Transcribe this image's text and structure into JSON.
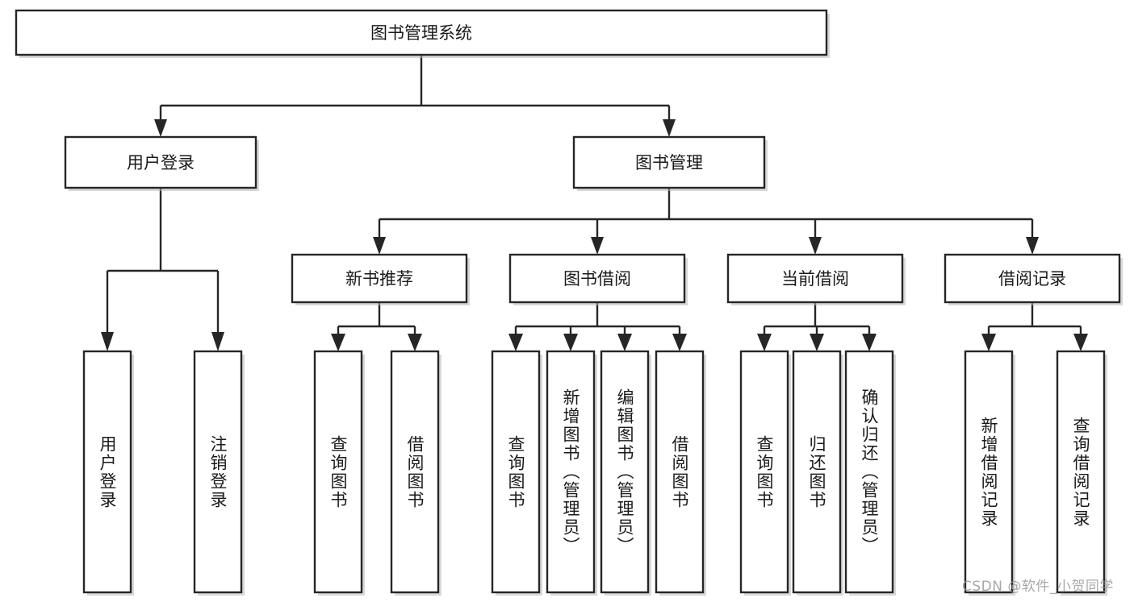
{
  "diagram": {
    "type": "tree-hierarchy",
    "title": "图书管理系统",
    "orientation": "top-down",
    "colors": {
      "box_stroke": "#262626",
      "box_fill": "#ffffff",
      "text": "#1a1a1a",
      "background": "#ffffff",
      "watermark": "#9a9a9a"
    },
    "root": {
      "id": "root",
      "label": "图书管理系统",
      "text_direction": "horizontal"
    },
    "level2": [
      {
        "id": "user-login",
        "label": "用户登录",
        "text_direction": "horizontal"
      },
      {
        "id": "book-manage",
        "label": "图书管理",
        "text_direction": "horizontal"
      }
    ],
    "level3": [
      {
        "id": "new-book-recommend",
        "label": "新书推荐",
        "parent": "book-manage",
        "text_direction": "horizontal"
      },
      {
        "id": "book-borrow",
        "label": "图书借阅",
        "parent": "book-manage",
        "text_direction": "horizontal"
      },
      {
        "id": "current-borrow",
        "label": "当前借阅",
        "parent": "book-manage",
        "text_direction": "horizontal"
      },
      {
        "id": "borrow-record",
        "label": "借阅记录",
        "parent": "book-manage",
        "text_direction": "horizontal"
      }
    ],
    "leaves": [
      {
        "id": "leaf-user-login",
        "label": "用户登录",
        "parent": "user-login",
        "text_direction": "vertical"
      },
      {
        "id": "leaf-user-logout",
        "label": "注销登录",
        "parent": "user-login",
        "text_direction": "vertical"
      },
      {
        "id": "leaf-query-book-1",
        "label": "查询图书",
        "parent": "new-book-recommend",
        "text_direction": "vertical"
      },
      {
        "id": "leaf-borrow-book-1",
        "label": "借阅图书",
        "parent": "new-book-recommend",
        "text_direction": "vertical"
      },
      {
        "id": "leaf-query-book-2",
        "label": "查询图书",
        "parent": "book-borrow",
        "text_direction": "vertical"
      },
      {
        "id": "leaf-add-book",
        "label": "新增图书（管理员）",
        "parent": "book-borrow",
        "text_direction": "vertical"
      },
      {
        "id": "leaf-edit-book",
        "label": "编辑图书（管理员）",
        "parent": "book-borrow",
        "text_direction": "vertical"
      },
      {
        "id": "leaf-borrow-book-2",
        "label": "借阅图书",
        "parent": "book-borrow",
        "text_direction": "vertical"
      },
      {
        "id": "leaf-query-book-3",
        "label": "查询图书",
        "parent": "current-borrow",
        "text_direction": "vertical"
      },
      {
        "id": "leaf-return-book",
        "label": "归还图书",
        "parent": "current-borrow",
        "text_direction": "vertical"
      },
      {
        "id": "leaf-confirm-return",
        "label": "确认归还（管理员）",
        "parent": "current-borrow",
        "text_direction": "vertical"
      },
      {
        "id": "leaf-add-record",
        "label": "新增借阅记录",
        "parent": "borrow-record",
        "text_direction": "vertical"
      },
      {
        "id": "leaf-query-record",
        "label": "查询借阅记录",
        "parent": "borrow-record",
        "text_direction": "vertical"
      }
    ]
  },
  "watermark": {
    "text": "CSDN @软件_小贺同学"
  }
}
